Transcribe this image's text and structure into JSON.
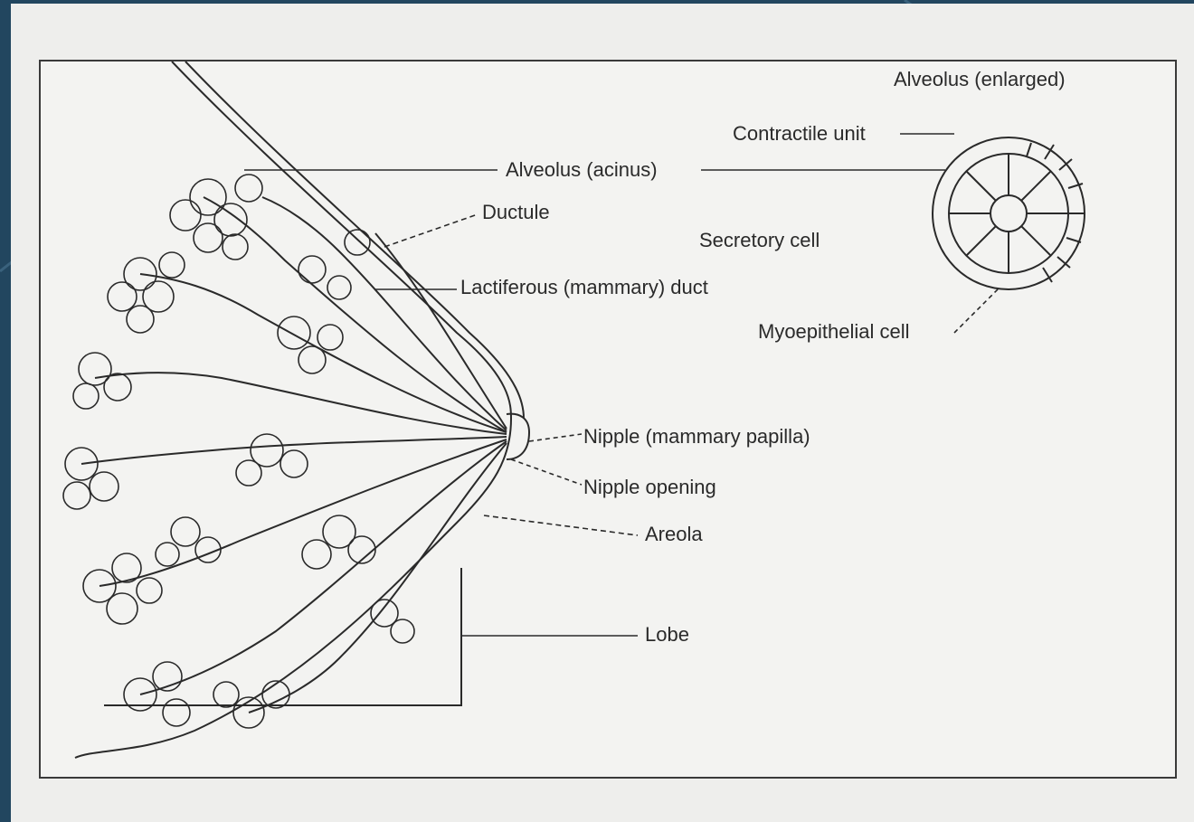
{
  "labels": {
    "alveolus_enlarged": "Alveolus (enlarged)",
    "contractile_unit": "Contractile unit",
    "alveolus_acinus": "Alveolus (acinus)",
    "ductule": "Ductule",
    "secretory_cell": "Secretory cell",
    "lactiferous_duct": "Lactiferous (mammary) duct",
    "myoepithelial_cell": "Myoepithelial cell",
    "nipple": "Nipple (mammary papilla)",
    "nipple_opening": "Nipple opening",
    "areola": "Areola",
    "lobe": "Lobe"
  },
  "colors": {
    "frame_background": "#22465f",
    "page": "#eeeeec",
    "ink": "#2a2a2a"
  }
}
